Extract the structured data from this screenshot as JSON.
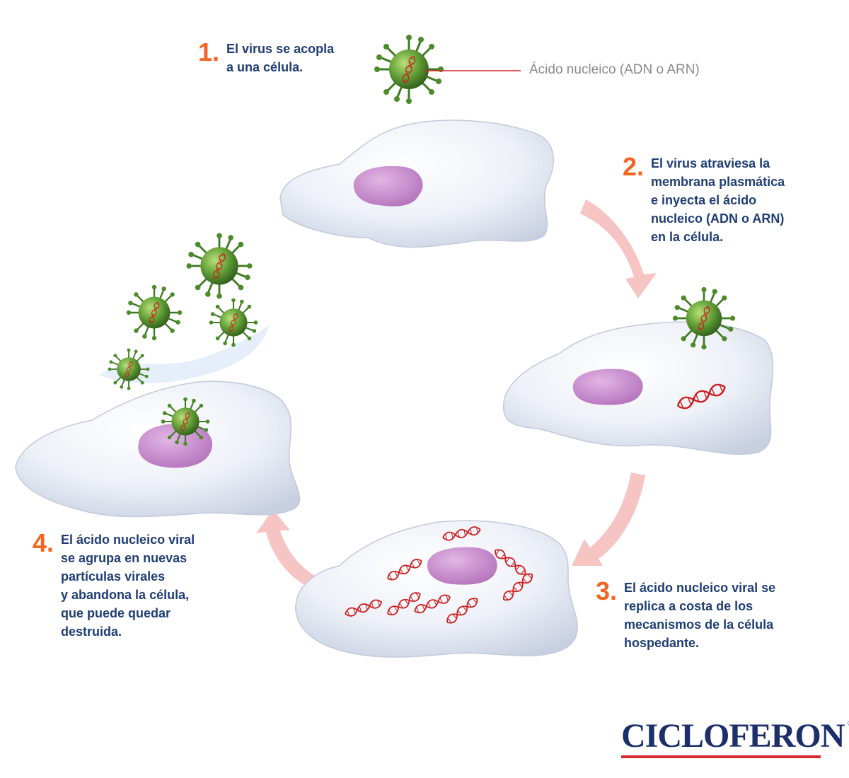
{
  "steps": [
    {
      "number": "1.",
      "text": "El virus se acopla\na una célula."
    },
    {
      "number": "2.",
      "text": "El virus atraviesa la\nmembrana plasmática\ne inyecta el ácido\nnucleico (ADN o ARN)\nen la célula."
    },
    {
      "number": "3.",
      "text": "El ácido nucleico viral se\nreplica a costa de los\nmecanismos de la célula\nhospedante."
    },
    {
      "number": "4.",
      "text": "El ácido nucleico viral\nse agrupa en nuevas\npartículas virales\ny abandona la célula,\nque puede quedar\ndestruida."
    }
  ],
  "label": "Ácido nucleico (ADN o ARN)",
  "logo": {
    "text": "CICLOFERON",
    "mark": "®"
  },
  "colors": {
    "step_number": "#f26522",
    "step_text": "#1f3d74",
    "label": "#8a8a8a",
    "logo": "#1c2f6b",
    "logo_bar": "#d7262f",
    "arrow": "#f7c4c4",
    "virus": "#5a9a3a",
    "nucleic_acid": "#cc1f1f",
    "nucleus": "#c98ac9",
    "cell": "#e6ebf4"
  },
  "icons": [
    "virus-icon",
    "dna-strand-icon",
    "cell-icon",
    "nucleus-icon",
    "cycle-arrow-icon"
  ]
}
